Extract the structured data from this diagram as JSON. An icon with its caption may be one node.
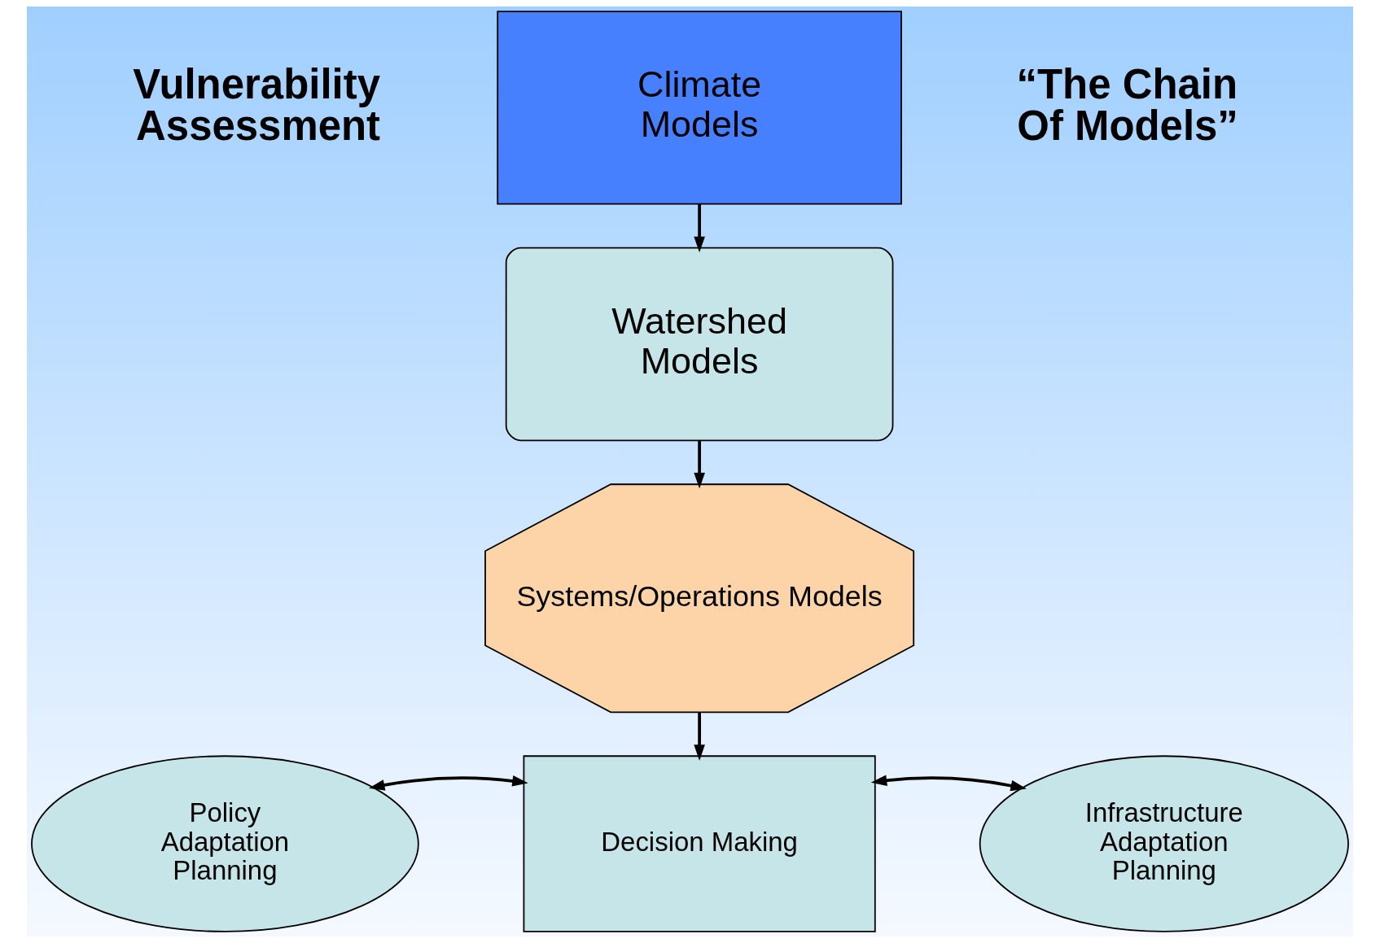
{
  "diagram": {
    "nodes": [
      {
        "text": [
          "Climate Models"
        ]
      },
      {
        "text": [
          "Watershed Models"
        ]
      },
      {
        "text": [
          "Systems/Operations Models"
        ]
      },
      {
        "text": [
          "Decision Making"
        ]
      },
      {
        "text": [
          "Policy Adaptation Planning"
        ]
      },
      {
        "text": [
          "Infrastructure Adaptation Planning"
        ]
      }
    ],
    "edges": [
      {
        "from": 0,
        "to": 1,
        "arrow": "to"
      },
      {
        "from": 1,
        "to": 2,
        "arrow": "to"
      },
      {
        "from": 2,
        "to": 3,
        "arrow": "to"
      },
      {
        "from": 4,
        "to": 3,
        "arrow": "both"
      },
      {
        "from": 3,
        "to": 5,
        "arrow": "both"
      }
    ],
    "labels": [
      "Vulnerability Assessment",
      "“The Chain Of Models”"
    ]
  }
}
